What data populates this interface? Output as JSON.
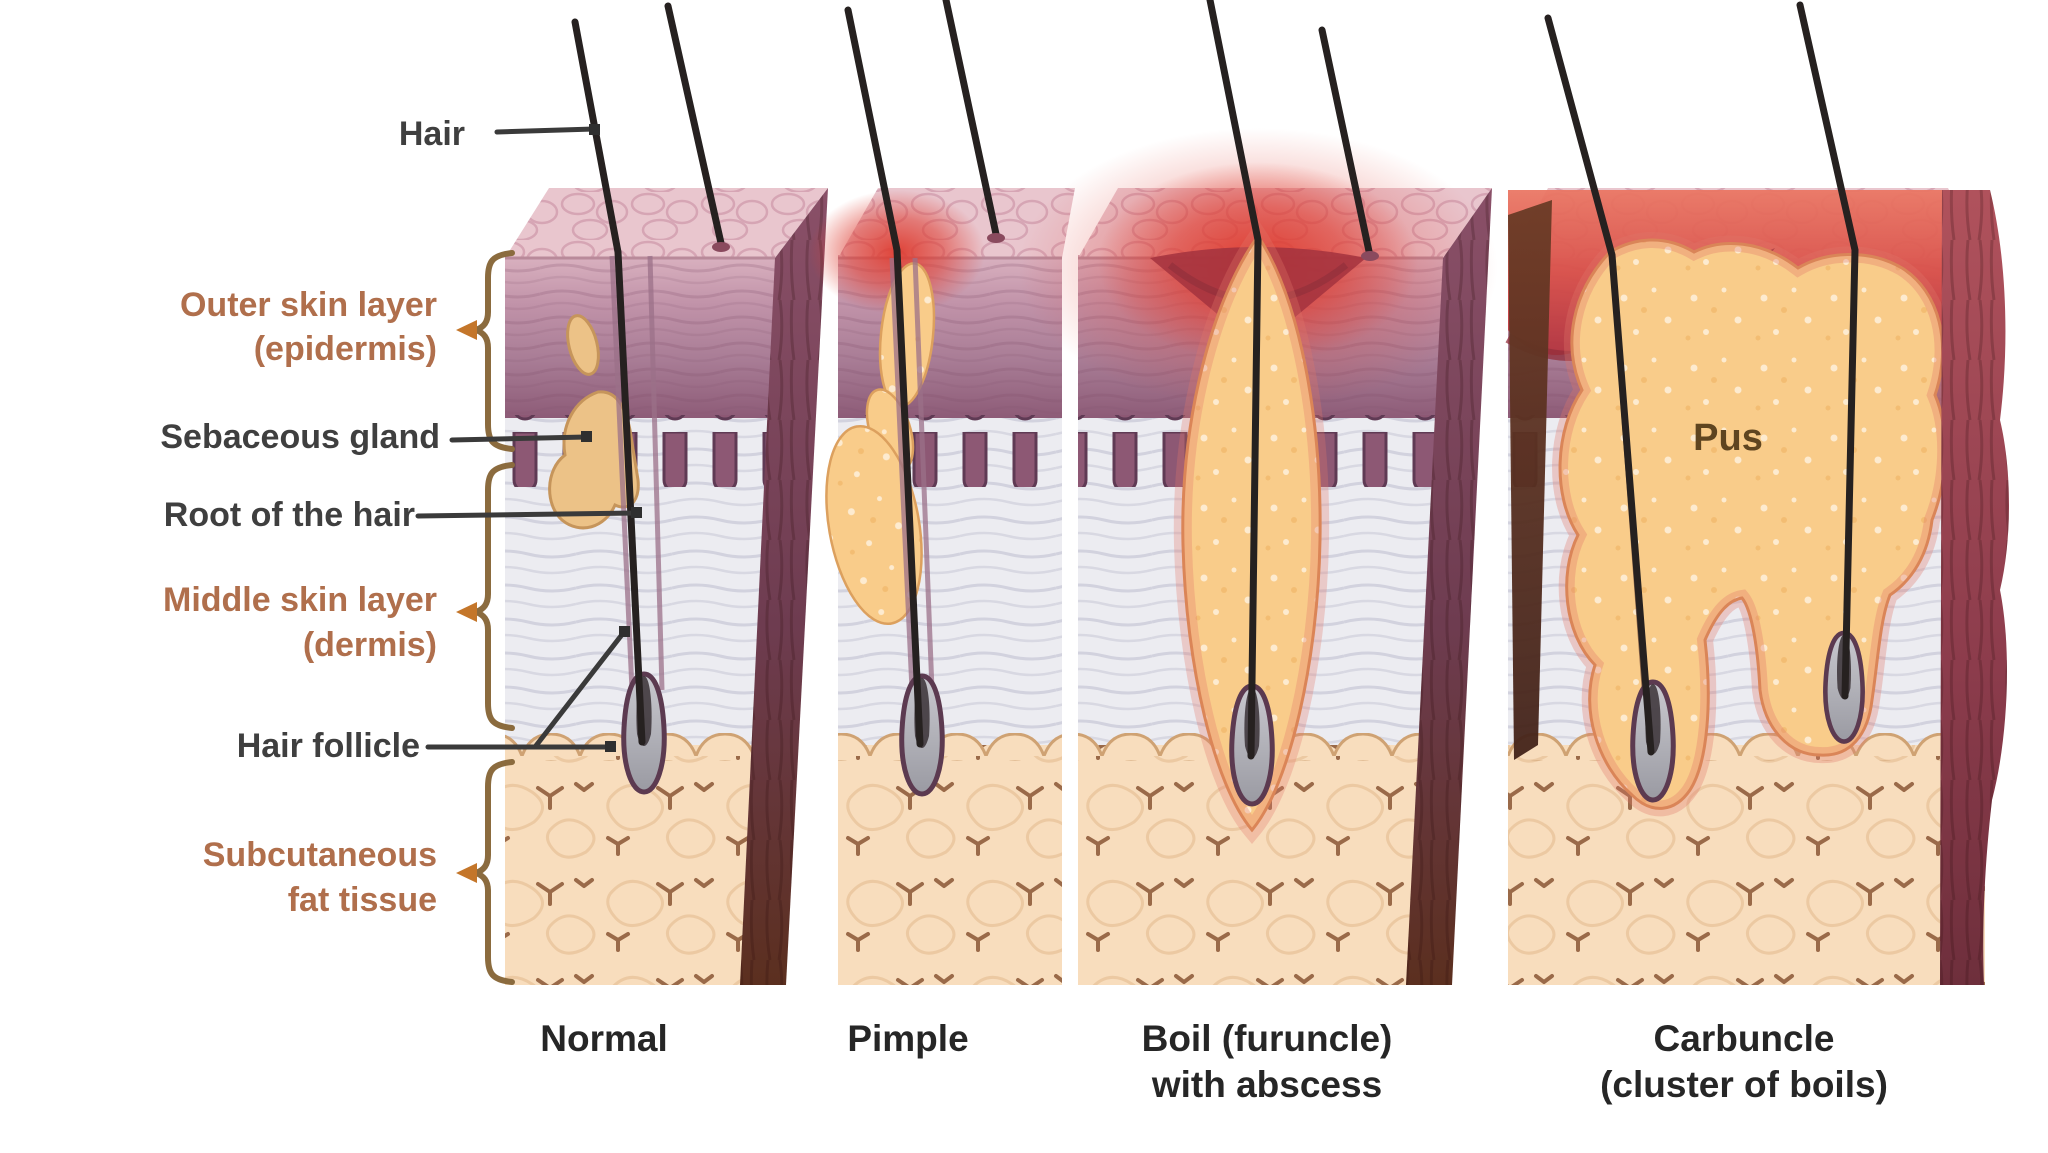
{
  "diagram": {
    "labels": {
      "hair": "Hair",
      "outer_skin_layer_line1": "Outer skin layer",
      "outer_skin_layer_line2": "(epidermis)",
      "sebaceous_gland": "Sebaceous gland",
      "root_of_the_hair": "Root of the hair",
      "middle_skin_layer_line1": "Middle skin layer",
      "middle_skin_layer_line2": "(dermis)",
      "hair_follicle": "Hair follicle",
      "subcutaneous_line1": "Subcutaneous",
      "subcutaneous_line2": "fat tissue",
      "pus": "Pus"
    },
    "panels": [
      {
        "id": "normal",
        "caption_lines": [
          "Normal"
        ]
      },
      {
        "id": "pimple",
        "caption_lines": [
          "Pimple"
        ]
      },
      {
        "id": "boil",
        "caption_lines": [
          "Boil (furuncle)",
          "with abscess"
        ]
      },
      {
        "id": "carbuncle",
        "caption_lines": [
          "Carbuncle",
          "(cluster of boils)"
        ]
      }
    ],
    "colors": {
      "layer_label_text": "#b06f4c",
      "structure_label_text": "#3f3f3f",
      "caption_text": "#262626",
      "pus_label_text": "#5f4520",
      "brace": "#8b6b3e",
      "brace_arrow": "#c4762a",
      "epidermis": "#a5718f",
      "dermis": "#ececf1",
      "fat": "#f8ddbd",
      "pus_fill": "#f9cc8a",
      "inflammation_red": "#d63a33",
      "side_face": "#6e3c50",
      "hair": "#262120"
    }
  }
}
